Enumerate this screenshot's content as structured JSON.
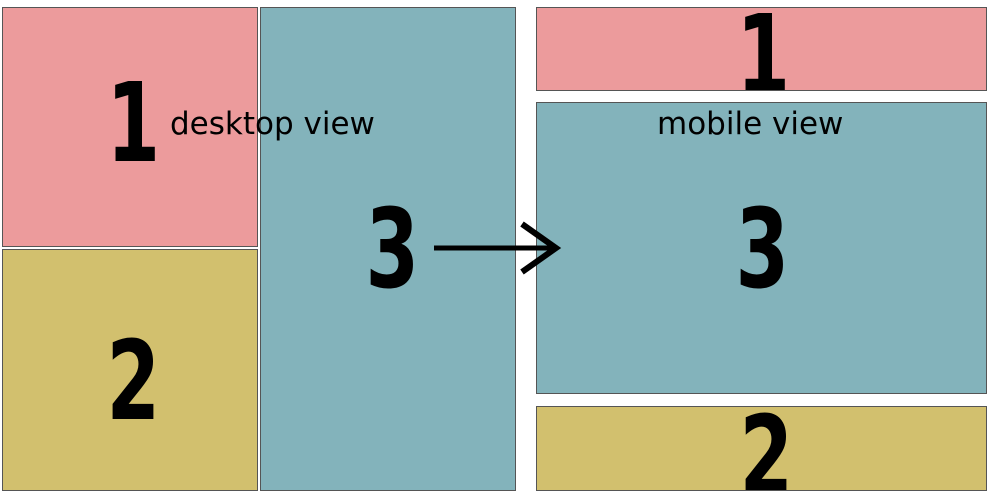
{
  "colors": {
    "box1": "#ec9b9c",
    "box2": "#d2c06e",
    "box3": "#83b3bb",
    "border": "#555555",
    "ink": "#000000"
  },
  "desktop": {
    "caption": "desktop view",
    "box1_label": "1",
    "box2_label": "2",
    "box3_label": "3"
  },
  "arrow": {
    "icon": "arrow-right-icon"
  },
  "mobile": {
    "caption": "mobile view",
    "box1_label": "1",
    "box3_label": "3",
    "box2_label": "2"
  }
}
